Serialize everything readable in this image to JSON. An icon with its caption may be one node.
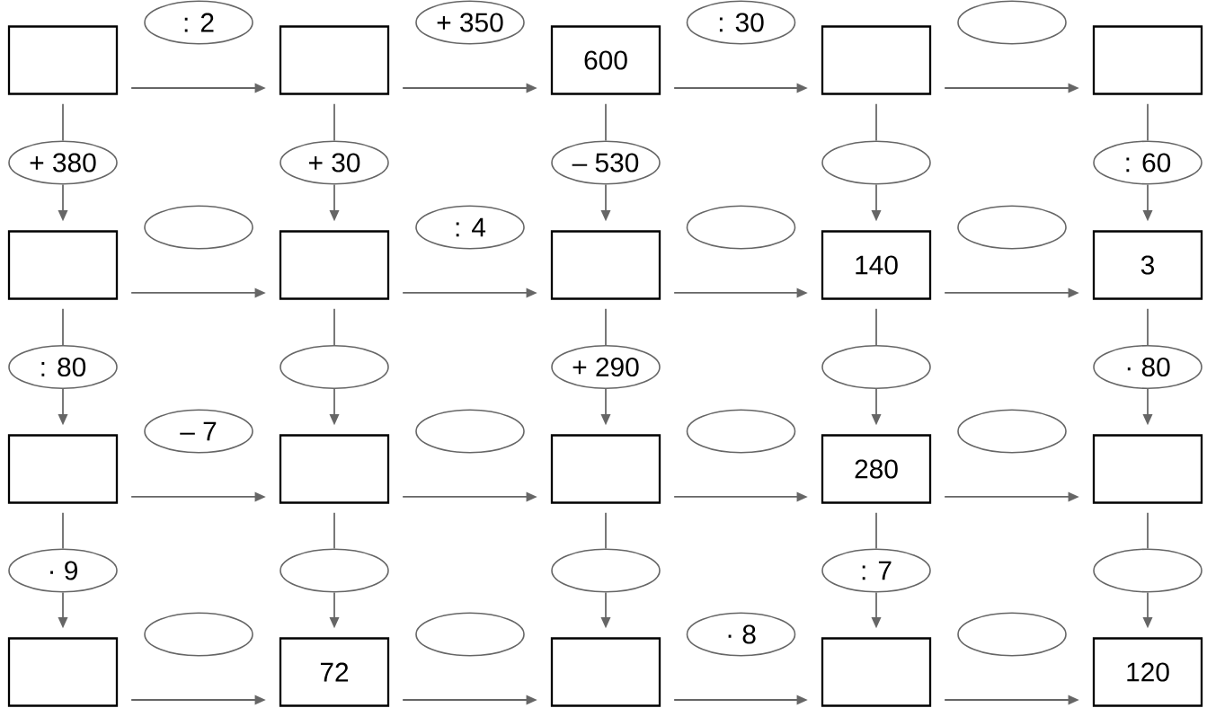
{
  "diagram": {
    "nodes": [
      {
        "text": [],
        "shape": "box"
      },
      {
        "text": [
          ": 2"
        ]
      },
      {
        "text": [],
        "shape": "box"
      },
      {
        "text": [
          "+ 350"
        ]
      },
      {
        "text": [
          "600"
        ]
      },
      {
        "text": [
          ": 30"
        ]
      },
      {
        "text": [],
        "shape": "box"
      },
      {
        "text": [],
        "shape": "ellipse"
      },
      {
        "text": [],
        "shape": "box"
      },
      {
        "text": [
          "+ 380"
        ]
      },
      {
        "text": [
          "+ 30"
        ]
      },
      {
        "text": [
          "– 530"
        ]
      },
      {
        "text": [],
        "shape": "ellipse"
      },
      {
        "text": [
          ": 60"
        ]
      },
      {
        "text": [],
        "shape": "box"
      },
      {
        "text": [],
        "shape": "ellipse"
      },
      {
        "text": [],
        "shape": "box"
      },
      {
        "text": [
          ": 4"
        ]
      },
      {
        "text": [],
        "shape": "box"
      },
      {
        "text": [],
        "shape": "ellipse"
      },
      {
        "text": [
          "140"
        ]
      },
      {
        "text": [],
        "shape": "ellipse"
      },
      {
        "text": [
          "3"
        ]
      },
      {
        "text": [
          ": 80"
        ]
      },
      {
        "text": [],
        "shape": "ellipse"
      },
      {
        "text": [
          "+ 290"
        ]
      },
      {
        "text": [],
        "shape": "ellipse"
      },
      {
        "text": [
          "· 80"
        ]
      },
      {
        "text": [],
        "shape": "box"
      },
      {
        "text": [
          "– 7"
        ]
      },
      {
        "text": [],
        "shape": "box"
      },
      {
        "text": [],
        "shape": "ellipse"
      },
      {
        "text": [],
        "shape": "box"
      },
      {
        "text": [],
        "shape": "ellipse"
      },
      {
        "text": [
          "280"
        ]
      },
      {
        "text": [],
        "shape": "ellipse"
      },
      {
        "text": [],
        "shape": "box"
      },
      {
        "text": [
          "· 9"
        ]
      },
      {
        "text": [],
        "shape": "ellipse"
      },
      {
        "text": [],
        "shape": "ellipse"
      },
      {
        "text": [
          ": 7"
        ]
      },
      {
        "text": [],
        "shape": "ellipse"
      },
      {
        "text": [],
        "shape": "box"
      },
      {
        "text": [],
        "shape": "ellipse"
      },
      {
        "text": [
          "72"
        ]
      },
      {
        "text": [],
        "shape": "ellipse"
      },
      {
        "text": [],
        "shape": "box"
      },
      {
        "text": [
          "· 8"
        ]
      },
      {
        "text": [],
        "shape": "box"
      },
      {
        "text": [],
        "shape": "ellipse"
      },
      {
        "text": [
          "120"
        ]
      }
    ],
    "edges": [
      {
        "from": 0,
        "to": 2,
        "arrow": "to"
      },
      {
        "from": 2,
        "to": 4,
        "arrow": "to"
      },
      {
        "from": 4,
        "to": 6,
        "arrow": "to"
      },
      {
        "from": 6,
        "to": 8,
        "arrow": "to"
      },
      {
        "from": 0,
        "to": 9,
        "arrow": "none"
      },
      {
        "from": 9,
        "to": 14,
        "arrow": "to"
      },
      {
        "from": 2,
        "to": 10,
        "arrow": "none"
      },
      {
        "from": 10,
        "to": 16,
        "arrow": "to"
      },
      {
        "from": 4,
        "to": 11,
        "arrow": "none"
      },
      {
        "from": 11,
        "to": 18,
        "arrow": "to"
      },
      {
        "from": 6,
        "to": 12,
        "arrow": "none"
      },
      {
        "from": 12,
        "to": 20,
        "arrow": "to"
      },
      {
        "from": 8,
        "to": 13,
        "arrow": "none"
      },
      {
        "from": 13,
        "to": 22,
        "arrow": "to"
      },
      {
        "from": 14,
        "to": 16,
        "arrow": "to"
      },
      {
        "from": 16,
        "to": 18,
        "arrow": "to"
      },
      {
        "from": 18,
        "to": 20,
        "arrow": "to"
      },
      {
        "from": 20,
        "to": 22,
        "arrow": "to"
      },
      {
        "from": 14,
        "to": 23,
        "arrow": "none"
      },
      {
        "from": 23,
        "to": 28,
        "arrow": "to"
      },
      {
        "from": 16,
        "to": 24,
        "arrow": "none"
      },
      {
        "from": 24,
        "to": 30,
        "arrow": "to"
      },
      {
        "from": 18,
        "to": 25,
        "arrow": "none"
      },
      {
        "from": 25,
        "to": 32,
        "arrow": "to"
      },
      {
        "from": 20,
        "to": 26,
        "arrow": "none"
      },
      {
        "from": 26,
        "to": 34,
        "arrow": "to"
      },
      {
        "from": 22,
        "to": 27,
        "arrow": "none"
      },
      {
        "from": 27,
        "to": 36,
        "arrow": "to"
      },
      {
        "from": 28,
        "to": 30,
        "arrow": "to"
      },
      {
        "from": 30,
        "to": 32,
        "arrow": "to"
      },
      {
        "from": 32,
        "to": 34,
        "arrow": "to"
      },
      {
        "from": 34,
        "to": 36,
        "arrow": "to"
      },
      {
        "from": 28,
        "to": 37,
        "arrow": "none"
      },
      {
        "from": 37,
        "to": 42,
        "arrow": "to"
      },
      {
        "from": 30,
        "to": 38,
        "arrow": "none"
      },
      {
        "from": 38,
        "to": 44,
        "arrow": "to"
      },
      {
        "from": 32,
        "to": 39,
        "arrow": "none"
      },
      {
        "from": 39,
        "to": 46,
        "arrow": "to"
      },
      {
        "from": 34,
        "to": 40,
        "arrow": "none"
      },
      {
        "from": 40,
        "to": 48,
        "arrow": "to"
      },
      {
        "from": 36,
        "to": 41,
        "arrow": "none"
      },
      {
        "from": 41,
        "to": 50,
        "arrow": "to"
      },
      {
        "from": 42,
        "to": 44,
        "arrow": "to"
      },
      {
        "from": 44,
        "to": 46,
        "arrow": "to"
      },
      {
        "from": 46,
        "to": 48,
        "arrow": "to"
      },
      {
        "from": 48,
        "to": 50,
        "arrow": "to"
      }
    ]
  }
}
